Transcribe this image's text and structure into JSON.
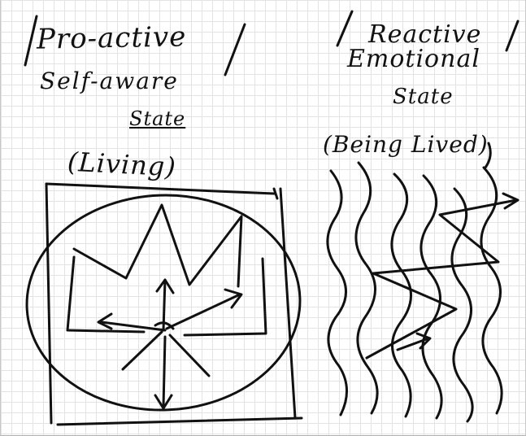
{
  "notes": {
    "left_heading": "Pro-active",
    "left_subheading": "Self-aware",
    "left_state_word": "State",
    "left_caption": "(Living)",
    "right_heading": "Reactive",
    "right_subheading": "Emotional",
    "right_state_word": "State",
    "right_caption": "(Being Lived)"
  },
  "style": {
    "ink_color": "#111111",
    "paper_color": "#ffffff",
    "grid_color": "#e3e3e3"
  }
}
